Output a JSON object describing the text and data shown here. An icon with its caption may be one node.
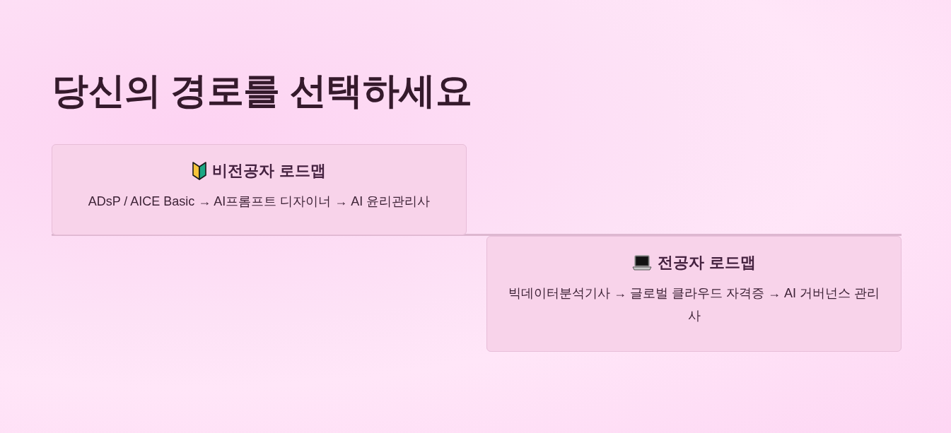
{
  "diagram": {
    "title": "당신의 경로를 선택하세요",
    "nodes": [
      {
        "text": [
          "비전공자 로드맵",
          "ADsP / AICE Basic → AI프롬프트 디자이너 → AI 윤리관리사"
        ]
      },
      {
        "text": [
          "전공자 로드맵",
          "빅데이터분석기사 → 글로벌 클라우드 자격증 → AI 거버넌스 관리사"
        ]
      }
    ]
  }
}
